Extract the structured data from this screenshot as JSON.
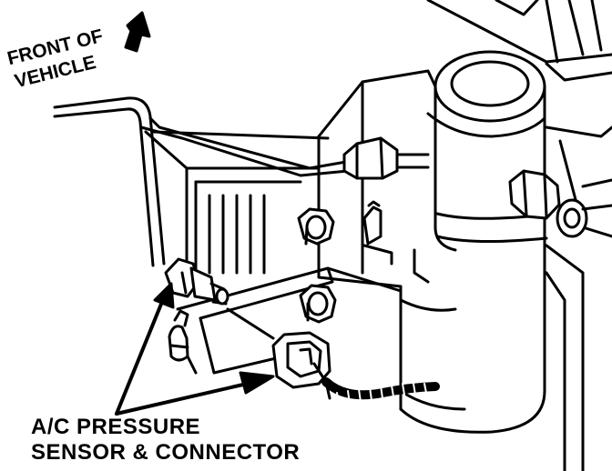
{
  "labels": {
    "front_line1": "FRONT OF",
    "front_line2": "VEHICLE",
    "sensor_line1": "A/C PRESSURE",
    "sensor_line2": "SENSOR & CONNECTOR"
  },
  "colors": {
    "ink": "#000000",
    "paper": "#ffffff"
  }
}
